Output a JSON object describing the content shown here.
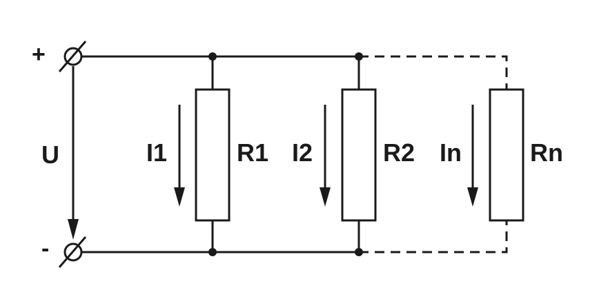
{
  "labels": {
    "plus": "+",
    "minus": "-",
    "voltage": "U",
    "i1": "I1",
    "i2": "I2",
    "in": "In",
    "r1": "R1",
    "r2": "R2",
    "rn": "Rn"
  },
  "colors": {
    "line": "#1a1a1a",
    "background": "#ffffff"
  }
}
